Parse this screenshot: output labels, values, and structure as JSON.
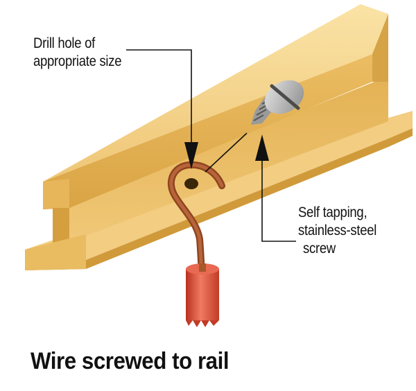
{
  "labels": {
    "drill_line1": "Drill hole of",
    "drill_line2": "appropriate size",
    "screw_line1": "Self tapping,",
    "screw_line2": "stainless-steel",
    "screw_line3": "screw"
  },
  "caption": "Wire screwed to rail",
  "colors": {
    "rail_top": "#f6d58b",
    "rail_face": "#e9b85a",
    "rail_dark": "#c9922e",
    "wire": "#a9582a",
    "insulation": "#e0513c",
    "screw": "#b8b8b8",
    "text": "#111111"
  }
}
